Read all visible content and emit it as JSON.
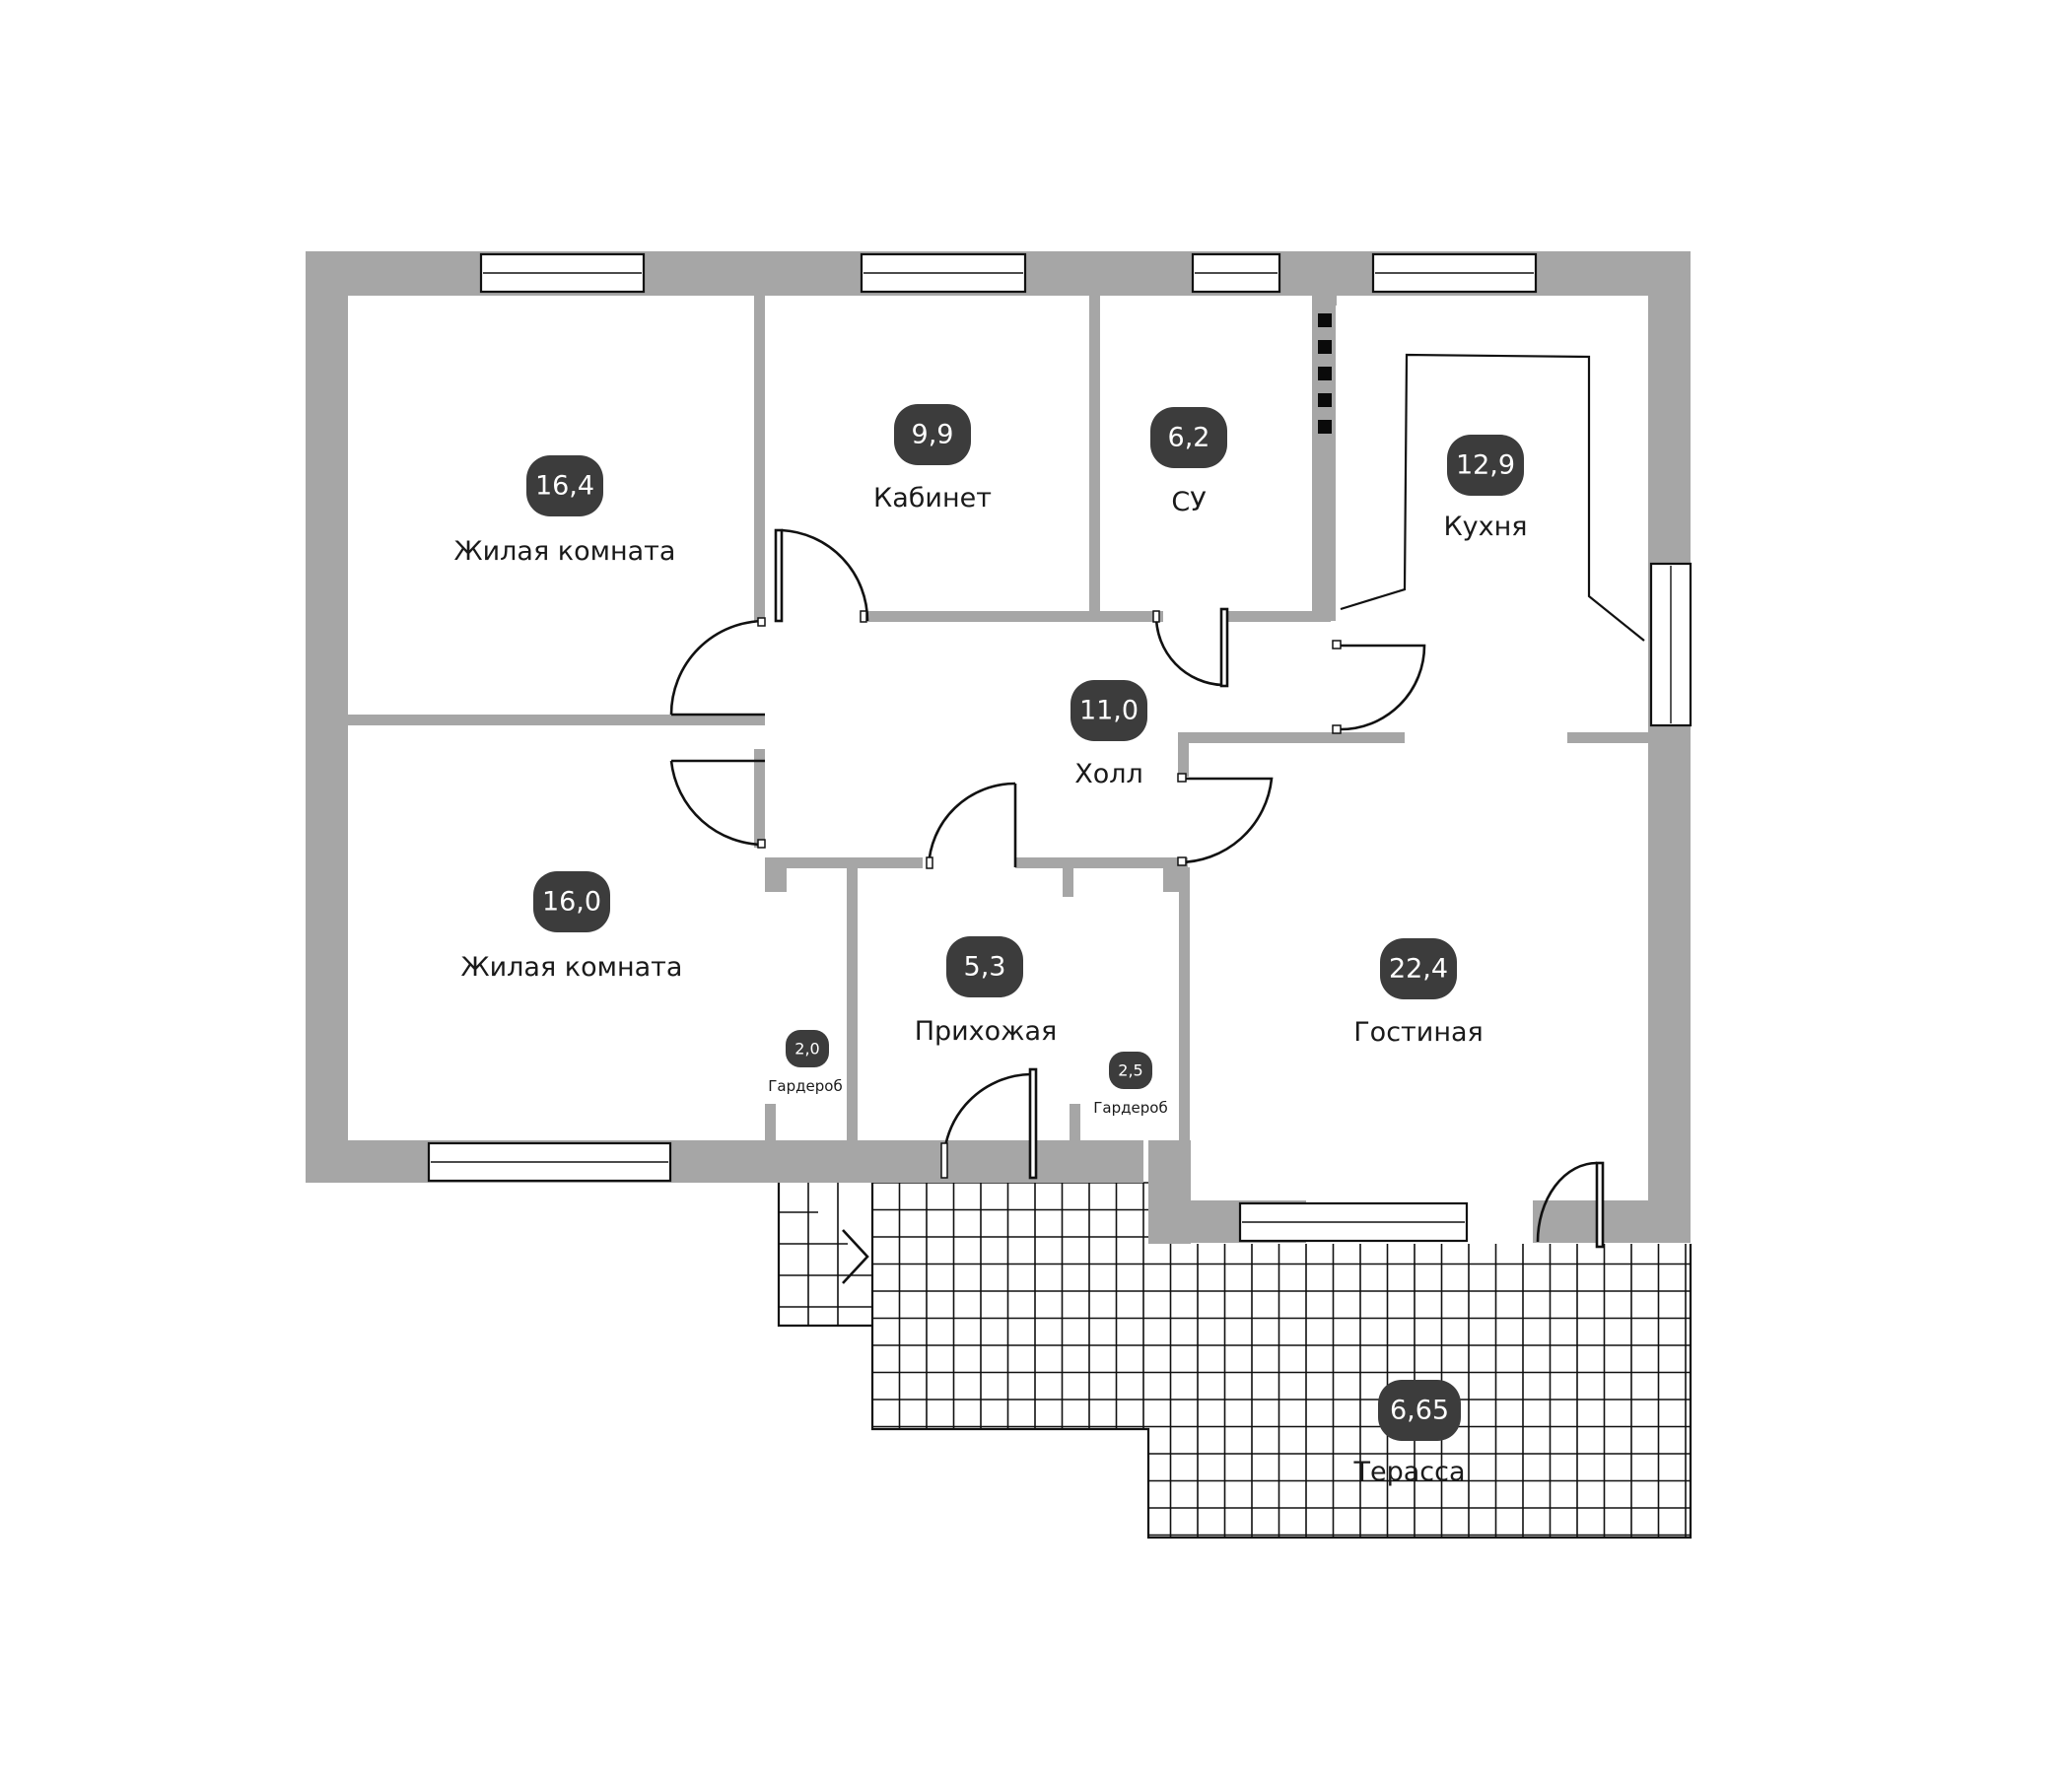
{
  "rooms": [
    {
      "key": "living1",
      "area": "16,4",
      "label": "Жилая комната"
    },
    {
      "key": "office",
      "area": "9,9",
      "label": "Кабинет"
    },
    {
      "key": "bath",
      "area": "6,2",
      "label": "СУ"
    },
    {
      "key": "kitchen",
      "area": "12,9",
      "label": "Кухня"
    },
    {
      "key": "hall",
      "area": "11,0",
      "label": "Холл"
    },
    {
      "key": "living2",
      "area": "16,0",
      "label": "Жилая комната"
    },
    {
      "key": "entry",
      "area": "5,3",
      "label": "Прихожая"
    },
    {
      "key": "wardrobe1",
      "area": "2,0",
      "label": "Гардероб"
    },
    {
      "key": "wardrobe2",
      "area": "2,5",
      "label": "Гардероб"
    },
    {
      "key": "lounge",
      "area": "22,4",
      "label": "Гостиная"
    },
    {
      "key": "terrace",
      "area": "6,65",
      "label": "Терасса"
    }
  ],
  "colors": {
    "wall": "#a6a6a6",
    "badge": "#3c3c3c",
    "line": "#111111",
    "background": "#ffffff"
  }
}
